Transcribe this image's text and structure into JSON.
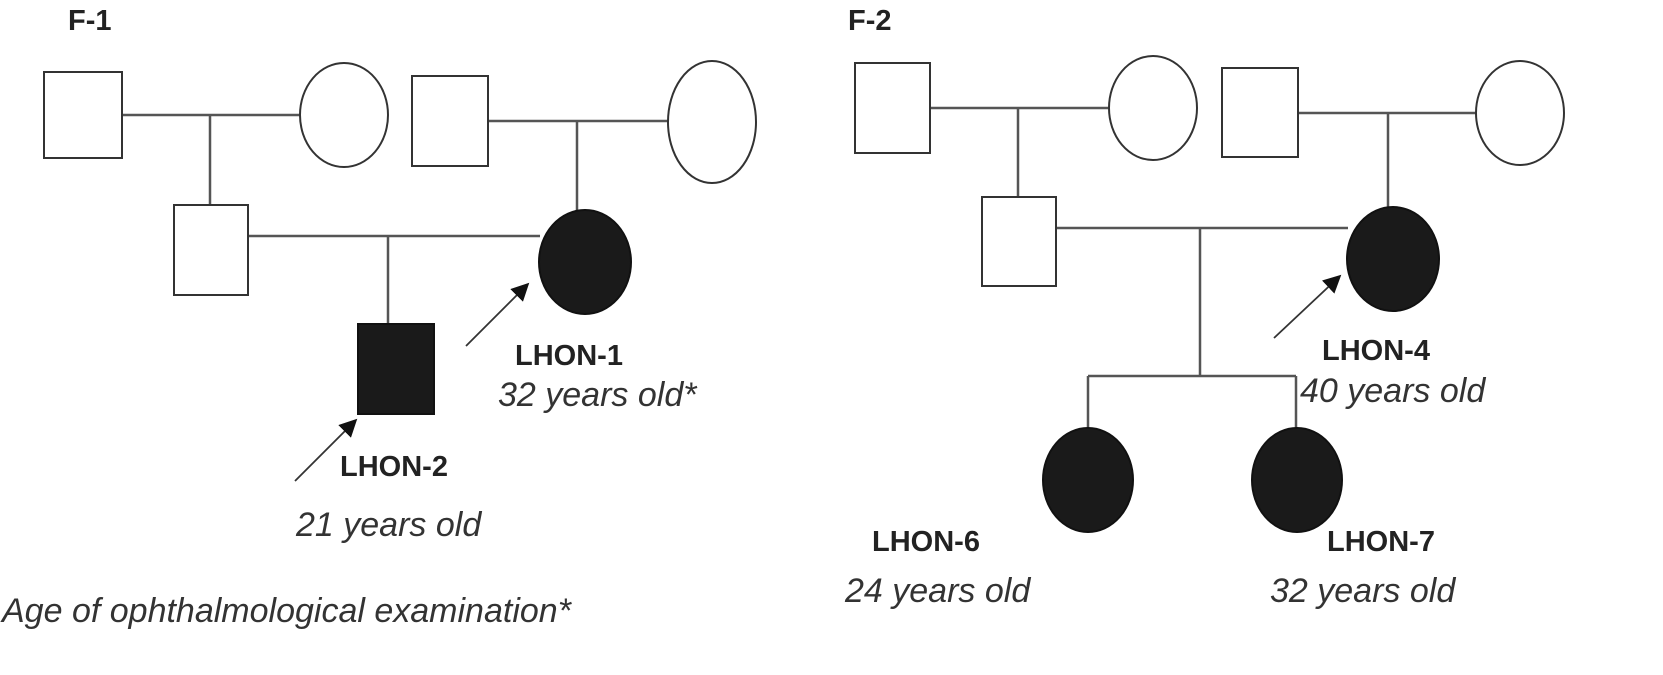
{
  "families": [
    {
      "label": "F-1",
      "probands": [
        {
          "id": "LHON-1",
          "age": "32 years old*"
        },
        {
          "id": "LHON-2",
          "age": "21 years old"
        }
      ]
    },
    {
      "label": "F-2",
      "probands": [
        {
          "id": "LHON-4",
          "age": "40 years old"
        },
        {
          "id": "LHON-6",
          "age": "24 years old"
        },
        {
          "id": "LHON-7",
          "age": "32 years old"
        }
      ]
    }
  ],
  "footnote": "Age of ophthalmological examination*",
  "colors": {
    "affected": "#1a1a1a",
    "unaffected": "#ffffff",
    "line": "#555555"
  }
}
